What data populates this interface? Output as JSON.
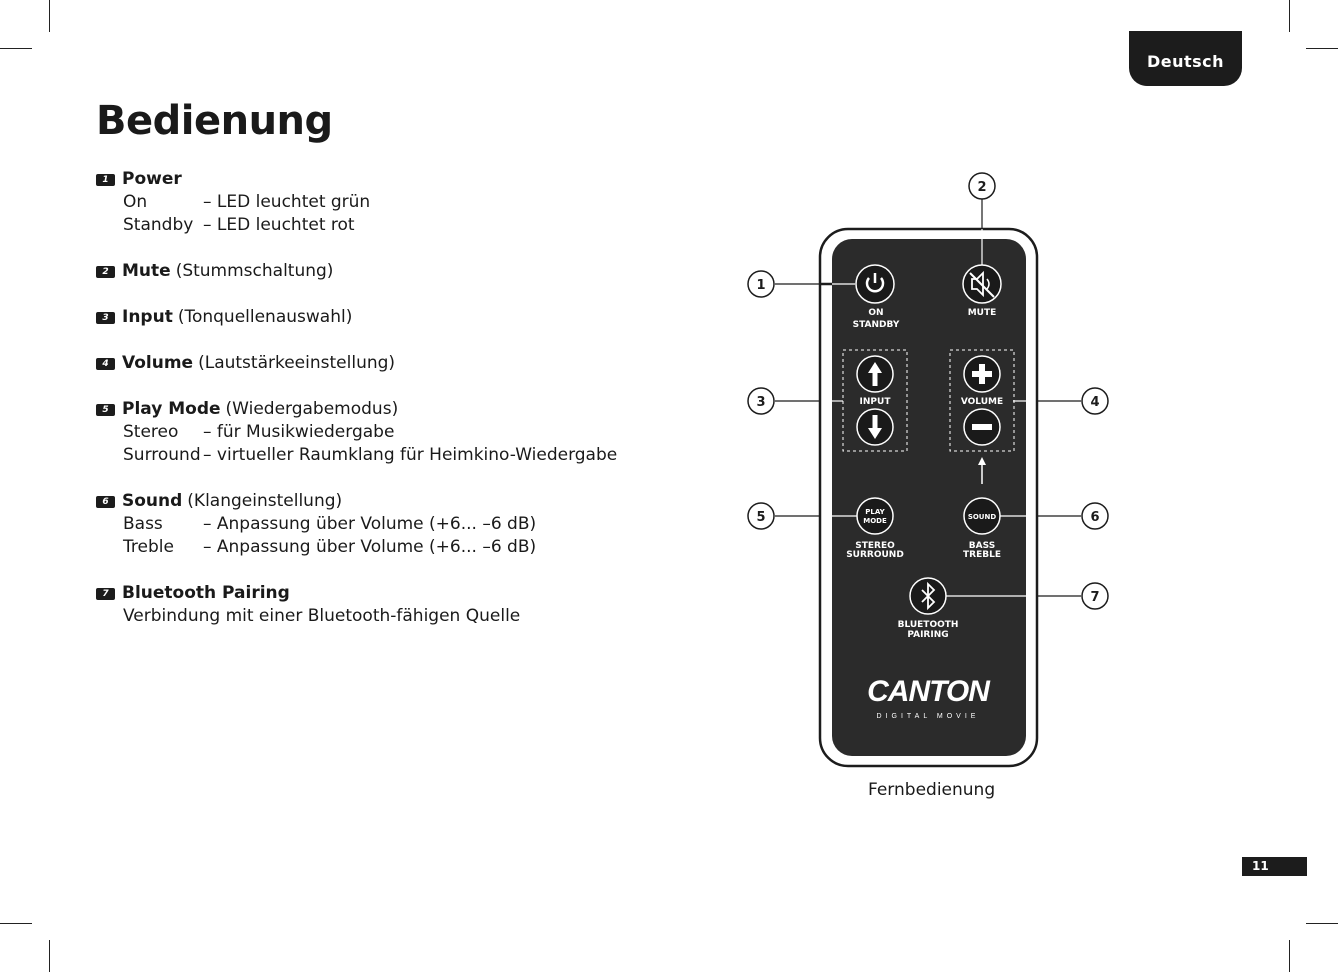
{
  "header": {
    "language_tab": "Deutsch",
    "title": "Bedienung"
  },
  "items": [
    {
      "num": "1",
      "name": "Power",
      "desc": "",
      "rows": [
        {
          "key": "On",
          "val": "– LED leuchtet grün"
        },
        {
          "key": "Standby",
          "val": "– LED leuchtet rot"
        }
      ]
    },
    {
      "num": "2",
      "name": "Mute",
      "desc": "(Stummschaltung)",
      "rows": []
    },
    {
      "num": "3",
      "name": "Input",
      "desc": "(Tonquellenauswahl)",
      "rows": []
    },
    {
      "num": "4",
      "name": "Volume",
      "desc": "(Lautstärkeeinstellung)",
      "rows": []
    },
    {
      "num": "5",
      "name": "Play Mode",
      "desc": "(Wiedergabemodus)",
      "rows": [
        {
          "key": "Stereo",
          "val": "– für Musikwiedergabe"
        },
        {
          "key": "Surround",
          "val": "– virtueller Raumklang für Heimkino-Wiedergabe"
        }
      ]
    },
    {
      "num": "6",
      "name": "Sound",
      "desc": "(Klangeinstellung)",
      "rows": [
        {
          "key": "Bass",
          "val": "– Anpassung über Volume (+6... –6 dB)"
        },
        {
          "key": "Treble",
          "val": "– Anpassung über Volume (+6... –6 dB)"
        }
      ]
    },
    {
      "num": "7",
      "name": "Bluetooth Pairing",
      "desc": "",
      "plain": "Verbindung mit einer Bluetooth-fähigen Quelle",
      "rows": []
    }
  ],
  "remote": {
    "callouts": [
      "1",
      "2",
      "3",
      "4",
      "5",
      "6",
      "7"
    ],
    "labels": {
      "on": "ON",
      "standby": "STANDBY",
      "mute": "MUTE",
      "input": "INPUT",
      "volume": "VOLUME",
      "play": "PLAY",
      "mode": "MODE",
      "sound": "SOUND",
      "stereo": "STEREO",
      "surround": "SURROUND",
      "bass": "BASS",
      "treble": "TREBLE",
      "bluetooth": "BLUETOOTH",
      "pairing": "PAIRING",
      "brand": "CANTON",
      "brand_sub": "DIGITAL MOVIE"
    },
    "caption": "Fernbedienung"
  },
  "footer": {
    "page_number": "11"
  },
  "colors": {
    "ink": "#1c1c1c",
    "remote_body": "#2b2b2b",
    "paper": "#ffffff"
  }
}
